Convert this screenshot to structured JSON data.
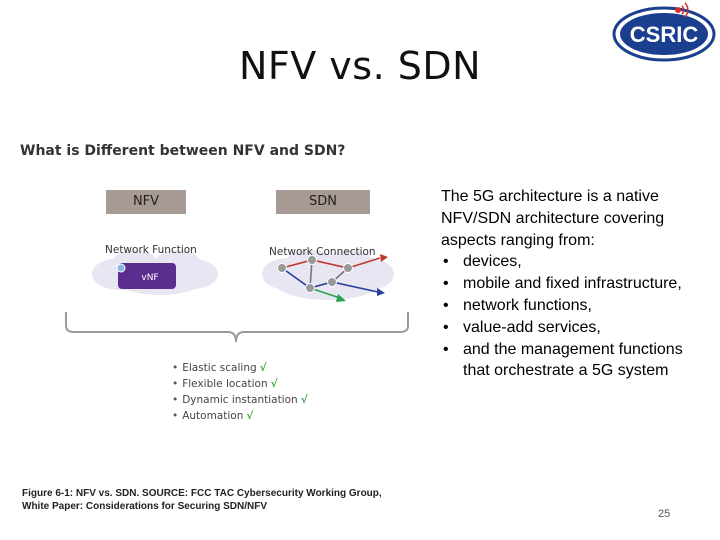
{
  "slide": {
    "title": "NFV vs. SDN",
    "page_number": "25",
    "logo_text": "CSRIC"
  },
  "figure": {
    "heading": "What is Different between NFV and SDN?",
    "nfv_label": "NFV",
    "sdn_label": "SDN",
    "nfv_sub": "Network Function",
    "sdn_sub": "Network Connection",
    "vnf_label": "vNF",
    "benefits": [
      "Elastic scaling",
      "Flexible location",
      "Dynamic instantiation",
      "Automation"
    ],
    "check_glyph": "√"
  },
  "body": {
    "intro": "The 5G architecture is a native NFV/SDN architecture covering aspects ranging from:",
    "bullets": [
      "devices,",
      "mobile and fixed infrastructure,",
      "network functions,",
      "value-add services,",
      "and the management functions that orchestrate a 5G system"
    ]
  },
  "caption": {
    "line1": "Figure 6-1:  NFV vs. SDN. SOURCE: FCC TAC Cybersecurity Working Group,",
    "line2": "White Paper: Considerations for Securing SDN/NFV"
  },
  "colors": {
    "label_box": "#a79993",
    "vnf_box": "#5b2d8f",
    "cloud": "#e8e6f2",
    "check": "#3aa83a",
    "logo_blue": "#1b3f8f"
  }
}
